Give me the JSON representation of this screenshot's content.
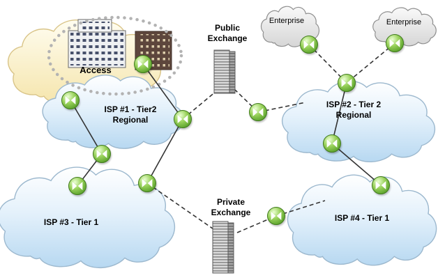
{
  "diagram": {
    "labels": {
      "access": "Access",
      "public_exchange": {
        "line1": "Public",
        "line2": "Exchange"
      },
      "private_exchange": {
        "line1": "Private",
        "line2": "Exchange"
      },
      "enterprise_left": "Enterprise",
      "enterprise_right": "Enterprise",
      "isp1": {
        "line1": "ISP #1 - Tier2",
        "line2": "Regional"
      },
      "isp2": {
        "line1": "ISP #2 - Tier 2",
        "line2": "Regional"
      },
      "isp3": "ISP #3 - Tier 1",
      "isp4": "ISP #4 - Tier 1"
    },
    "colors": {
      "isp_cloud": "#b7d8f1",
      "access_cloud": "#f5e5ac",
      "enterprise_cloud": "#d6d6d6",
      "router_green": "#7ac143",
      "line": "#333333"
    },
    "nodes": [
      {
        "id": "r-access-west",
        "name": "router-icon-access-west"
      },
      {
        "id": "r-access-buildings",
        "name": "router-icon-access-buildings"
      },
      {
        "id": "r-isp1-east",
        "name": "router-icon-isp1-east"
      },
      {
        "id": "r-public-exchange-east",
        "name": "router-icon-public-exchange-east"
      },
      {
        "id": "r-enterprise-left",
        "name": "router-icon-enterprise-left"
      },
      {
        "id": "r-enterprise-right",
        "name": "router-icon-enterprise-right"
      },
      {
        "id": "r-isp2-north",
        "name": "router-icon-isp2-north"
      },
      {
        "id": "r-isp2-south",
        "name": "router-icon-isp2-south"
      },
      {
        "id": "r-isp1-isp3-link",
        "name": "router-icon-isp1-isp3-link"
      },
      {
        "id": "r-isp3-west",
        "name": "router-icon-isp3-west"
      },
      {
        "id": "r-isp3-east",
        "name": "router-icon-isp3-east"
      },
      {
        "id": "r-private-exchange-east",
        "name": "router-icon-private-exchange-east"
      },
      {
        "id": "r-isp4",
        "name": "router-icon-isp4"
      }
    ],
    "edges": [
      {
        "from": "r-access-buildings",
        "to": "r-isp1-east",
        "style": "solid"
      },
      {
        "from": "r-access-west",
        "to": "r-isp1-isp3-link",
        "style": "solid"
      },
      {
        "from": "r-isp1-isp3-link",
        "to": "r-isp3-west",
        "style": "solid"
      },
      {
        "from": "r-isp1-east",
        "to": "r-isp3-east",
        "style": "solid"
      },
      {
        "from": "r-isp2-north",
        "to": "r-isp2-south",
        "style": "solid"
      },
      {
        "from": "r-isp2-south",
        "to": "r-isp4",
        "style": "solid"
      },
      {
        "from": "r-isp1-east",
        "to": "public-exchange-west-anchor",
        "style": "dashed"
      },
      {
        "from": "public-exchange-east-anchor",
        "to": "r-public-exchange-east",
        "style": "dashed"
      },
      {
        "from": "r-public-exchange-east",
        "to": "isp2-cloud-edge",
        "style": "dashed"
      },
      {
        "from": "r-enterprise-left",
        "to": "r-isp2-north",
        "style": "dashed"
      },
      {
        "from": "r-enterprise-right",
        "to": "r-isp2-north",
        "style": "dashed"
      },
      {
        "from": "r-isp3-east",
        "to": "private-exchange-west-anchor",
        "style": "dashed"
      },
      {
        "from": "private-exchange-east-anchor",
        "to": "r-private-exchange-east",
        "style": "dashed"
      },
      {
        "from": "r-private-exchange-east",
        "to": "isp4-cloud-edge",
        "style": "dashed"
      }
    ]
  }
}
